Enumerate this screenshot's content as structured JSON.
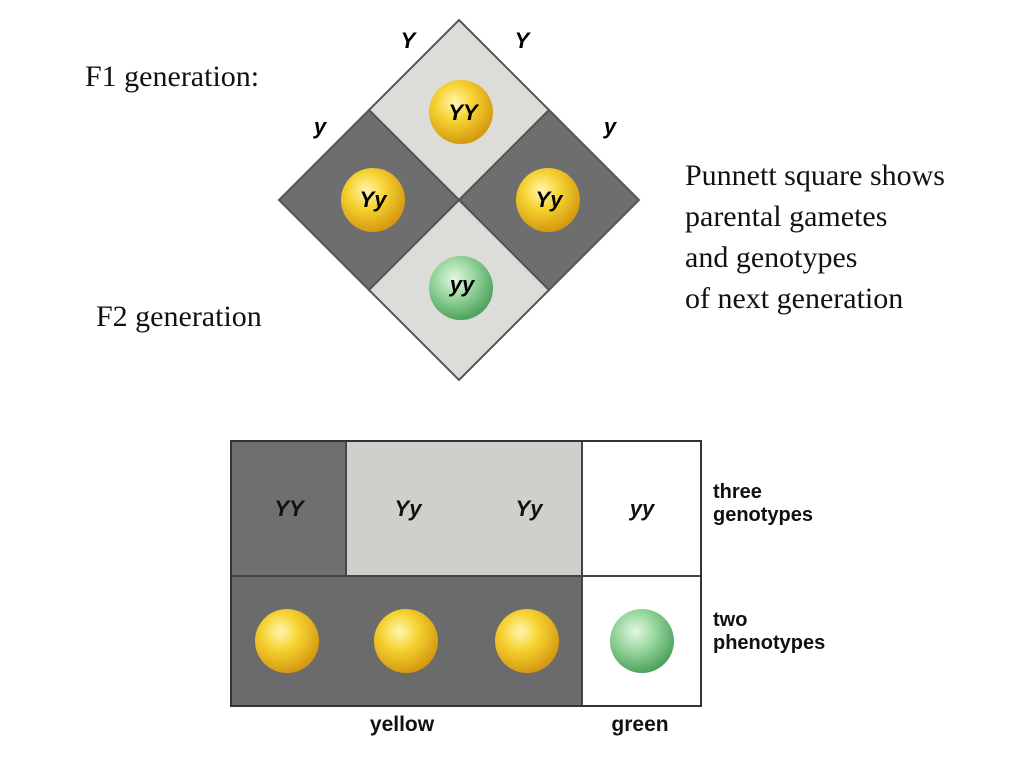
{
  "labels": {
    "f1": "F1 generation:",
    "f2": "F2 generation",
    "note_lines": [
      "Punnett square shows",
      "parental gametes",
      "and genotypes",
      "of next generation"
    ]
  },
  "punnett": {
    "gametes_top": [
      "Y",
      "Y"
    ],
    "gametes_side": [
      "y",
      "y"
    ],
    "cells": [
      {
        "position": "top",
        "genotype": "YY",
        "color": "yellow"
      },
      {
        "position": "left",
        "genotype": "Yy",
        "color": "yellow"
      },
      {
        "position": "right",
        "genotype": "Yy",
        "color": "yellow"
      },
      {
        "position": "bottom",
        "genotype": "yy",
        "color": "green"
      }
    ]
  },
  "summary": {
    "genotypes": [
      "YY",
      "Yy",
      "Yy",
      "yy"
    ],
    "genotypes_label": [
      "three",
      "genotypes"
    ],
    "phenotypes_label": [
      "two",
      "phenotypes"
    ],
    "phenotype_names": [
      "yellow",
      "green"
    ]
  },
  "colors": {
    "light_gray": "#d9d9d6",
    "dark_gray": "#6b6b6b",
    "yellow_pea": "#f4cc2a",
    "green_pea": "#7fc98a"
  }
}
